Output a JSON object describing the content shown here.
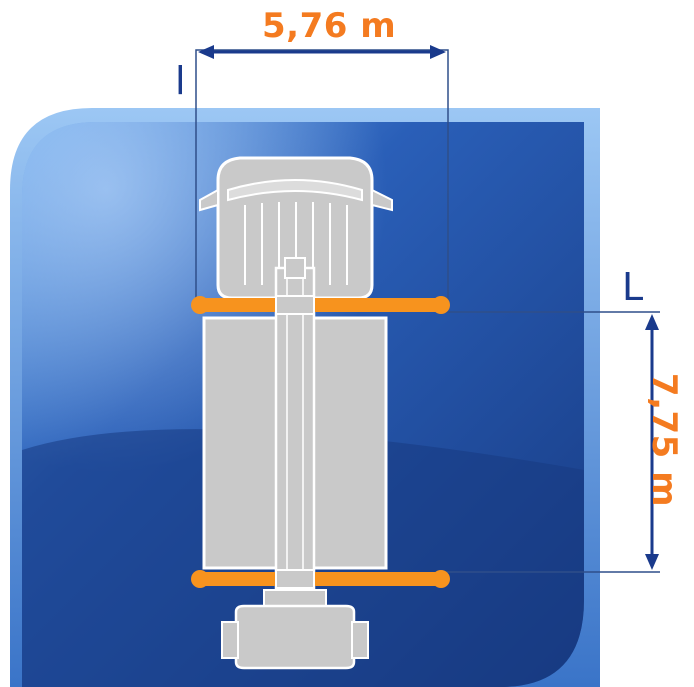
{
  "dimensions": {
    "width_label": "5,76 m",
    "length_label": "7,75 m",
    "width_symbol": "l",
    "length_symbol": "L"
  },
  "colors": {
    "panel_blue": "#1f4a9a",
    "panel_dark": "#16367a",
    "panel_light": "#5b9be0",
    "machine_gray": "#c9c9c9",
    "outrigger_orange": "#f7931e",
    "text_orange": "#f47b20",
    "arrow_navy": "#1a3a8c"
  }
}
